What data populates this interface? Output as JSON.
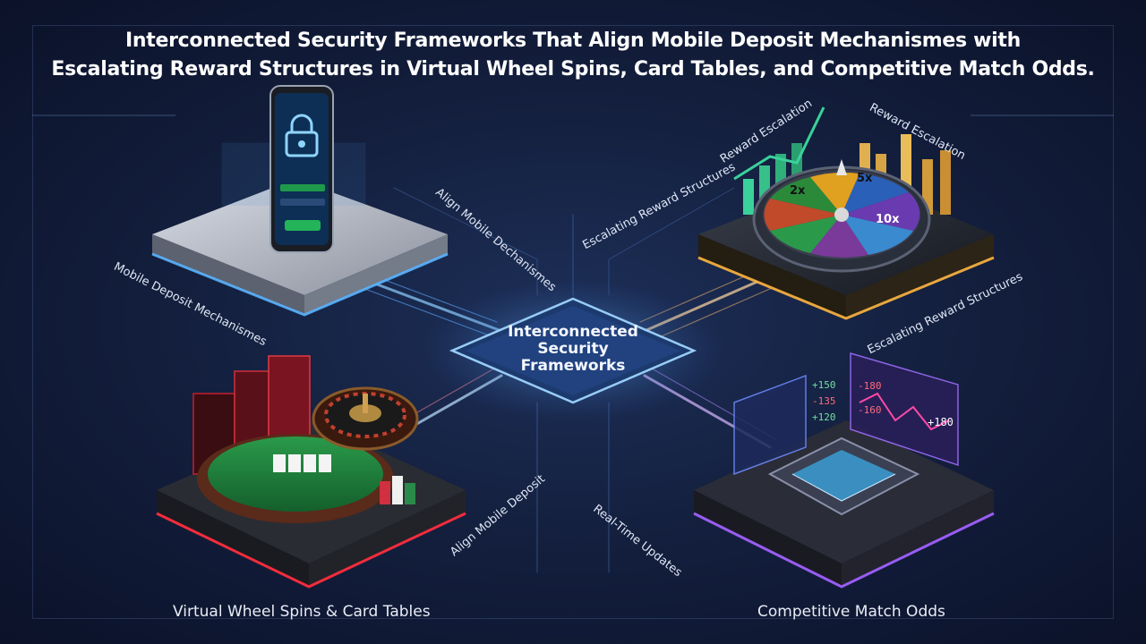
{
  "title": {
    "line1": "Interconnected Security Frameworks That Align Mobile Deposit Mechanismes with",
    "line2": "Escalating Reward Structures in Virtual Wheel Spins, Card Tables, and Competitive Match Odds."
  },
  "hub": {
    "line1": "Interconnected",
    "line2": "Security",
    "line3": "Frameworks"
  },
  "captions": {
    "bottom_left": "Virtual Wheel Spins & Card Tables",
    "bottom_right": "Competitive Match Odds"
  },
  "connector_labels": {
    "mobile_deposit_mechanismes": "Mobile Deposit Mechanismes",
    "align_mobile_dechanismes": "Align Mobile Dechanismes",
    "escalating_reward_structures_top": "Escalating Reward Structures",
    "reward_escalation_left": "Reward Escalation",
    "reward_escalation_right": "Reward Escalation",
    "escalating_reward_structures_right": "Escalating Reward Structures",
    "align_mobile_deposit": "Align Mobile Deposit",
    "real_time_updates": "Real-Time Updates"
  },
  "wheel_multipliers": [
    "2x",
    "5x",
    "10x"
  ],
  "odds_values": [
    "+150",
    "-135",
    "+120",
    "-180",
    "+180",
    "-160"
  ],
  "colors": {
    "accent_blue": "#3fa8ff",
    "accent_red": "#ff2d3d",
    "accent_gold": "#ffb640",
    "accent_purple": "#a060ff",
    "felt_green": "#1f7a3a"
  }
}
